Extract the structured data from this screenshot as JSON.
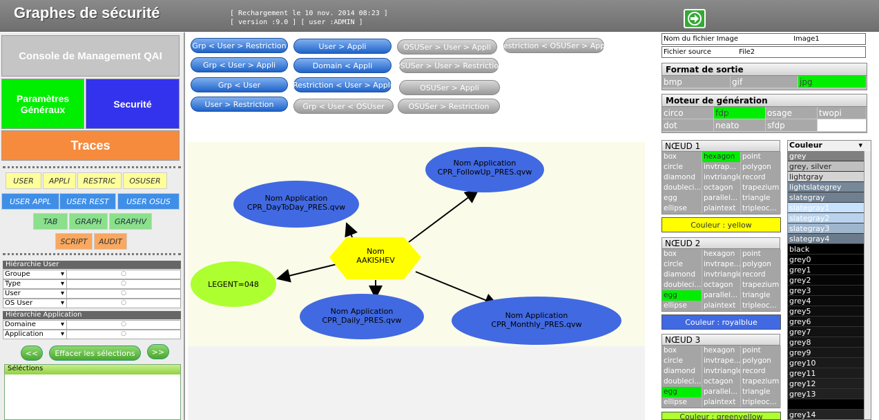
{
  "header": {
    "title": "Graphes de sécurité",
    "reload": "[ Rechargement le 10 nov. 2014 08:23 ]",
    "version": "[ version :9.0 ]  [ user :ADMIN ]"
  },
  "left": {
    "console": "Console de Management QAI",
    "params": "Paramètres Généraux",
    "security": "Securité",
    "traces": "Traces",
    "chips_y": [
      "USER",
      "APPLI",
      "RESTRIC",
      "OSUSER"
    ],
    "chips_b": [
      "USER APPL",
      "USER REST",
      "USER OSUS"
    ],
    "chips_g": [
      "TAB",
      "GRAPH",
      "GRAPHV"
    ],
    "chips_o": [
      "SCRIPT",
      "AUDIT"
    ],
    "hier_user": "Hiérarchie User",
    "hier_user_rows": [
      "Groupe",
      "Type",
      "User",
      "OS User"
    ],
    "hier_app": "Hiérarchie Application",
    "hier_app_rows": [
      "Domaine",
      "Application"
    ],
    "prev": "<<",
    "clear": "Effacer les sélections",
    "next": ">>",
    "selections": "Séléctions"
  },
  "buttons": {
    "b1": "Grp < User > Restriction",
    "b2": "Grp < User > Appli",
    "b3": "Grp < User",
    "b4": "User > Restriction",
    "b5": "User > Appli",
    "b6": "Domain < Appli",
    "b7": "Restriction < User > Appli",
    "b8": "Grp < User < OSUser",
    "b9": "OSUSer > User > Appli",
    "b10": "OSUSer > User > Restriction",
    "b11": "OSUSer > Appli",
    "b12": "OSUSer > Restriction",
    "b13": "Restriction < OSUSer > Appli"
  },
  "graph": {
    "center": [
      "Nom",
      "AAKISHEV"
    ],
    "n1": [
      "Nom Application",
      "CPR_DayToDay_PRES.qvw"
    ],
    "n2": [
      "Nom Application",
      "CPR_FollowUp_PRES.qvw"
    ],
    "n3": [
      "Nom Application",
      "CPR_Daily_PRES.qvw"
    ],
    "n4": [
      "Nom Application",
      "CPR_Monthly_PRES.qvw"
    ],
    "legent": "LEGENT=048"
  },
  "right": {
    "img_label": "Nom du fichier Image",
    "img_value": "Image1",
    "src_label": "Fichier source",
    "src_value": "File2",
    "format_title": "Format de sortie",
    "formats": [
      "bmp",
      "gif",
      "jpg"
    ],
    "engine_title": "Moteur de génération",
    "engines": [
      "circo",
      "fdp",
      "osage",
      "twopi",
      "dot",
      "neato",
      "sfdp",
      ""
    ],
    "node1": "NŒUD 1",
    "node2": "NŒUD 2",
    "node3": "NŒUD 3",
    "shapes": [
      "box",
      "hexagon",
      "point",
      "circle",
      "invtrape...",
      "polygon",
      "diamond",
      "invtriangle",
      "record",
      "doubleci...",
      "octagon",
      "trapezium",
      "egg",
      "parallel...",
      "triangle",
      "ellipse",
      "plaintext",
      "tripleoc..."
    ],
    "shapes_n1": [
      "box",
      "hexagon",
      "point",
      "circle",
      "invtrap...",
      "polygon",
      "diamond",
      "invtriangle",
      "record",
      "doubleci...",
      "octagon",
      "trapezium",
      "egg",
      "parallel...",
      "triangle",
      "ellipse",
      "plaintext",
      "tripleoc..."
    ],
    "color1": "Couleur : yellow",
    "color2": "Couleur : royalblue",
    "color3": "Couleur : greenyellow",
    "color_header": "Couleur",
    "colors": [
      "grey",
      "grey, silver",
      "lightgray",
      "lightslategrey",
      "slategray",
      "slategray1",
      "slategray2",
      "slategray3",
      "slategray4",
      "black",
      "grey0",
      "grey1",
      "grey2",
      "grey3",
      "grey4",
      "grey5",
      "grey6",
      "grey7",
      "grey8",
      "grey9",
      "grey10",
      "grey11",
      "grey12",
      "grey13",
      "",
      "grey14"
    ],
    "color_bg": [
      "#808080",
      "#c0c0c0",
      "#d3d3d3",
      "#778899",
      "#708090",
      "#c6e2ff",
      "#b9d3ee",
      "#9fb6cd",
      "#6c7b8b",
      "#000000",
      "#000000",
      "#030303",
      "#050505",
      "#080808",
      "#0a0a0a",
      "#0d0d0d",
      "#0f0f0f",
      "#121212",
      "#141414",
      "#171717",
      "#1a1a1a",
      "#1c1c1c",
      "#1f1f1f",
      "#212121",
      "#000000",
      "#242424"
    ]
  }
}
